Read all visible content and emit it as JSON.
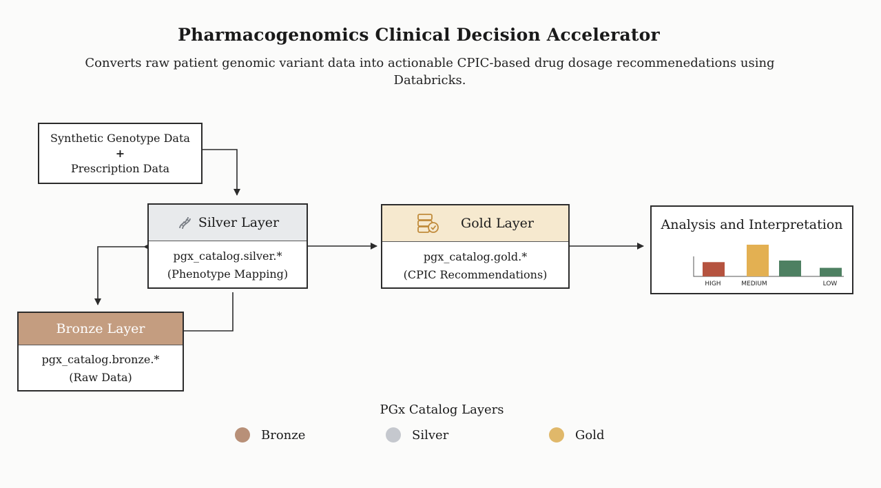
{
  "title": "Pharmacogenomics Clinical Decision Accelerator",
  "subtitle": "Converts raw patient genomic variant data into actionable CPIC-based drug dosage recommenedations using Databricks.",
  "input": {
    "line1": "Synthetic Genotype Data",
    "plus": "+",
    "line2": "Prescription Data"
  },
  "silver": {
    "title": "Silver Layer",
    "icon": "dna-icon",
    "line1": "pgx_catalog.silver.*",
    "line2": "(Phenotype Mapping)"
  },
  "gold": {
    "title": "Gold Layer",
    "icon": "database-check-icon",
    "line1": "pgx_catalog.gold.*",
    "line2": "(CPIC Recommendations)"
  },
  "bronze": {
    "title": "Bronze Layer",
    "line1": "pgx_catalog.bronze.*",
    "line2": "(Raw Data)"
  },
  "analysis": {
    "title": "Analysis and Interpretation",
    "chart_data": {
      "type": "bar",
      "categories": [
        "HIGH",
        "MEDIUM",
        "LOW"
      ],
      "series": [
        {
          "values": [
            0.45,
            1.0,
            0.5,
            0.27
          ]
        }
      ],
      "bar_colors": [
        "#b5533f",
        "#e3b052",
        "#4e8062",
        "#4e8062"
      ],
      "ylim": [
        0,
        1
      ]
    }
  },
  "legend": {
    "title": "PGx Catalog Layers",
    "items": [
      {
        "label": "Bronze",
        "color": "#b89078"
      },
      {
        "label": "Silver",
        "color": "#c5c8ce"
      },
      {
        "label": "Gold",
        "color": "#e0b86a"
      }
    ]
  }
}
